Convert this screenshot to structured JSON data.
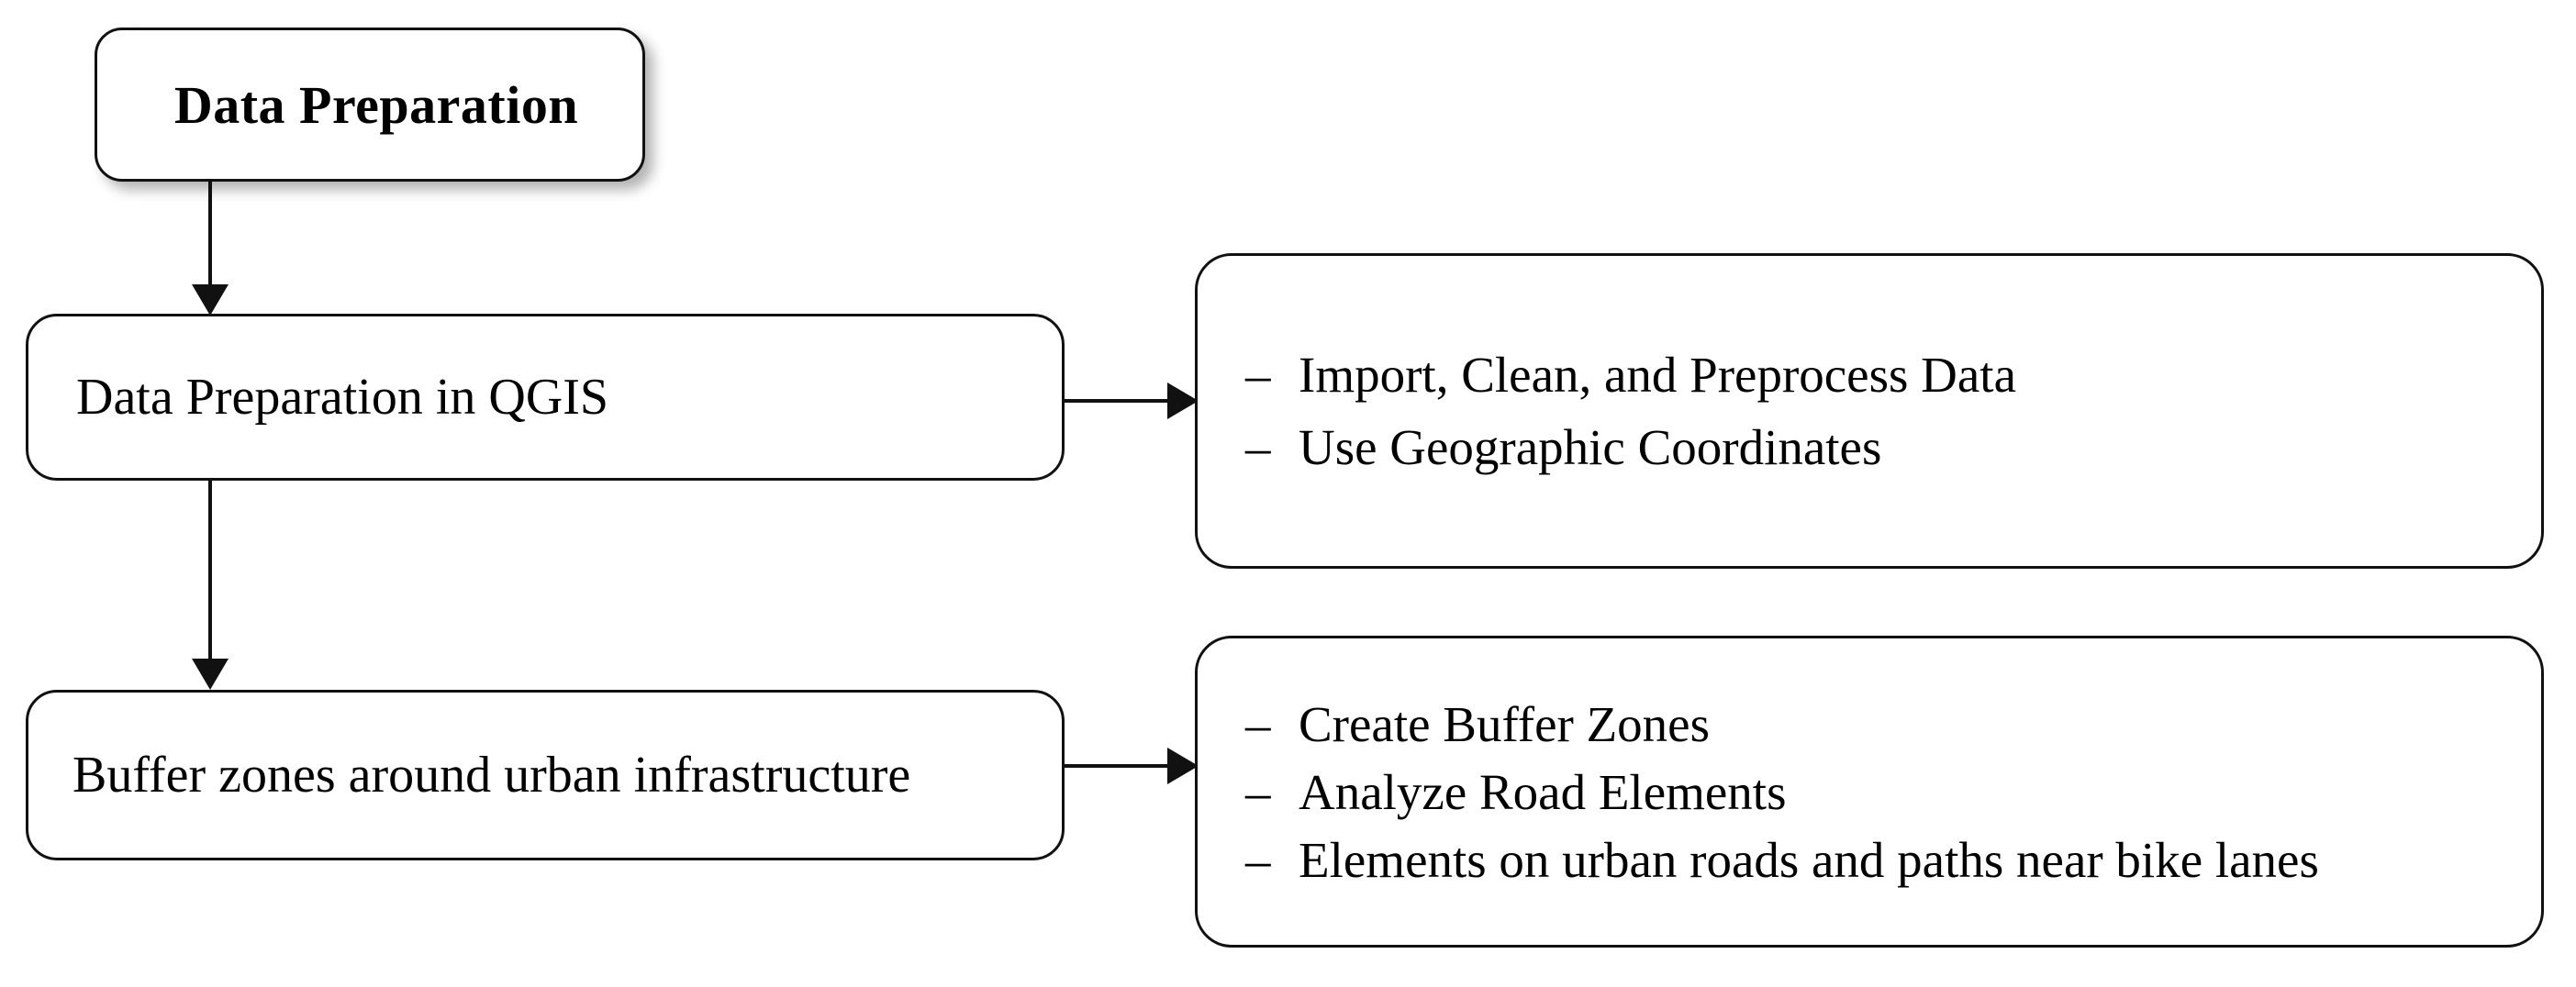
{
  "diagram": {
    "title": "Data Preparation",
    "nodes": {
      "start": {
        "label": "Data Preparation"
      },
      "qgis": {
        "label": "Data Preparation in QGIS"
      },
      "buffer": {
        "label": "Buffer zones around urban infrastructure"
      }
    },
    "panels": {
      "prep": {
        "bullets": [
          {
            "marker": "–",
            "text": "Import, Clean, and Preprocess Data"
          },
          {
            "marker": "–",
            "text": "Use Geographic Coordinates"
          }
        ]
      },
      "buffer": {
        "bullets": [
          {
            "marker": "–",
            "text": "Create Buffer Zones"
          },
          {
            "marker": "–",
            "text": "Analyze Road Elements"
          },
          {
            "marker": "–",
            "text": "Elements on urban roads and paths near bike lanes"
          }
        ]
      }
    },
    "colors": {
      "stroke": "#111111",
      "fill": "#ffffff",
      "text": "#000000"
    }
  }
}
